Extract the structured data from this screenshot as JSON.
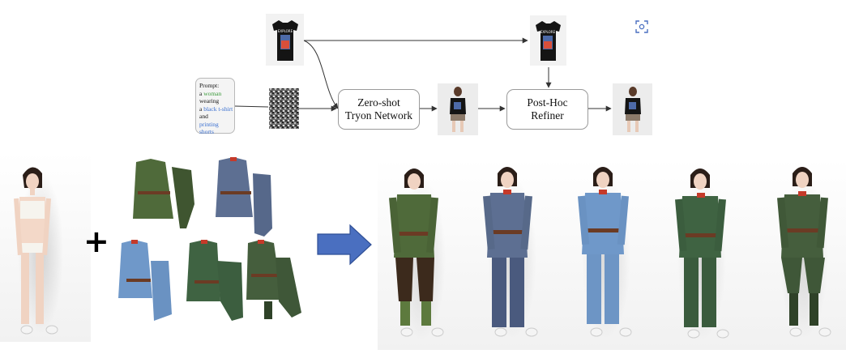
{
  "prompt": {
    "title": "Prompt:",
    "line_a": "a",
    "woman": "woman",
    "wearing": "wearing",
    "line_a2": "a",
    "tshirt": "black t-shirt",
    "and": "and",
    "shorts": "printing shorts"
  },
  "tryon_node": {
    "line1": "Zero-shot",
    "line2": "Tryon Network"
  },
  "refiner_node": {
    "line1": "Post-Hoc",
    "line2": "Refiner"
  },
  "plus_sign": "+",
  "shirt_print": "EXPLORE",
  "colors": {
    "green_uniform": "#4f6a3a",
    "grey_blue_uniform": "#5d6f92",
    "light_blue_uniform": "#6f98c9",
    "dark_green_uniform": "#3f6342",
    "arrow_blue": "#4a6fc0",
    "woman_green": "#3a9a3a",
    "tshirt_blue": "#3a6fd0"
  },
  "icons": [
    "focus-icon",
    "plus-icon",
    "right-arrow-icon"
  ]
}
